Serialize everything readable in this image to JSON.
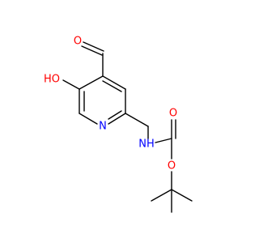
{
  "molecule": {
    "atoms": {
      "aldehyde_o": {
        "text": "O",
        "color": "#ff0000"
      },
      "hydroxyl": {
        "text": "HO",
        "color": "#ff0000"
      },
      "ring_n": {
        "text": "N",
        "color": "#0000ff"
      },
      "carbamate_nh": {
        "text": "NH",
        "color": "#0000ff"
      },
      "carbonyl_o": {
        "text": "O",
        "color": "#ff0000"
      },
      "ester_o": {
        "text": "O",
        "color": "#ff0000"
      }
    },
    "bond_color": "#000000"
  }
}
